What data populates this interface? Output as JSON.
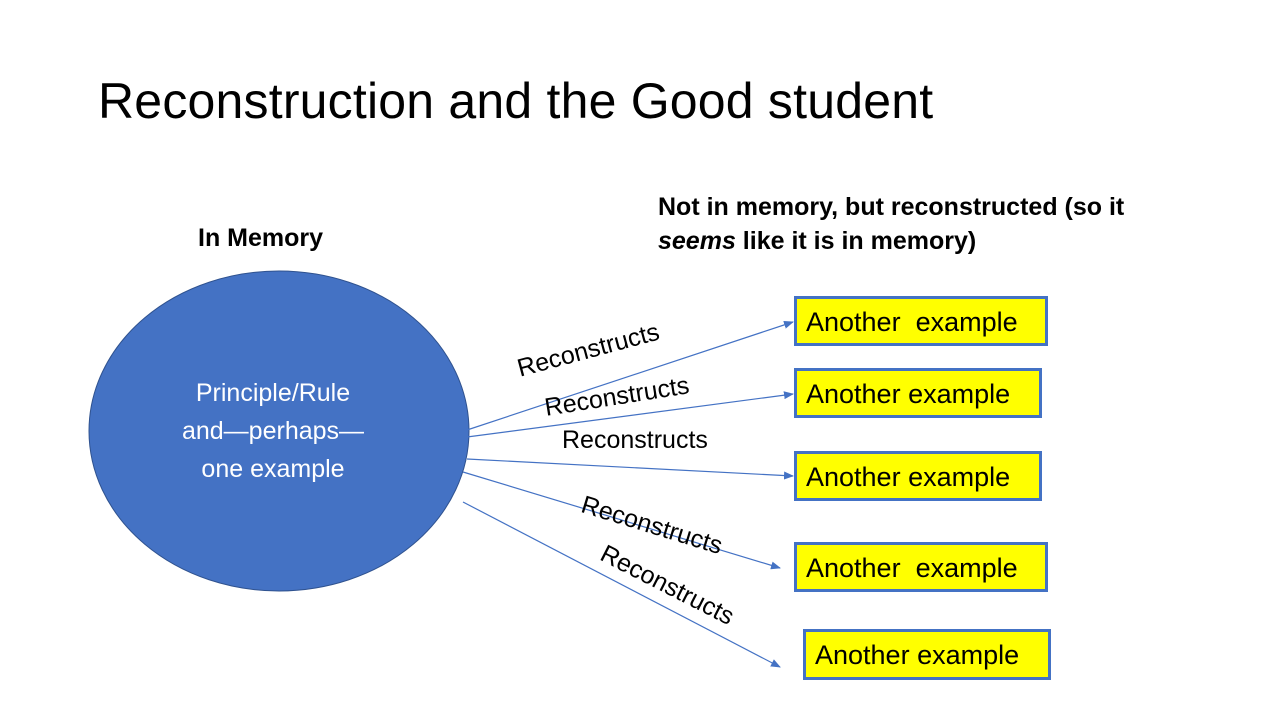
{
  "slide": {
    "title": "Reconstruction and the Good student",
    "left_heading": "In Memory",
    "right_heading": {
      "line1": "Not in memory, but reconstructed (so it",
      "line2_italic": "seems",
      "line2_rest": " like it is in memory)"
    },
    "circle": {
      "lines": [
        "Principle/Rule",
        "and—perhaps—",
        "one example"
      ],
      "fill": "#4472c4"
    },
    "edge_labels": [
      "Reconstructs",
      "Reconstructs",
      "Reconstructs",
      "Reconstructs",
      "Reconstructs"
    ],
    "examples": [
      "Another  example",
      "Another example",
      "Another example",
      "Another  example",
      "Another example"
    ],
    "colors": {
      "box_fill": "#ffff00",
      "box_border": "#4472c4",
      "arrow": "#4472c4"
    }
  }
}
